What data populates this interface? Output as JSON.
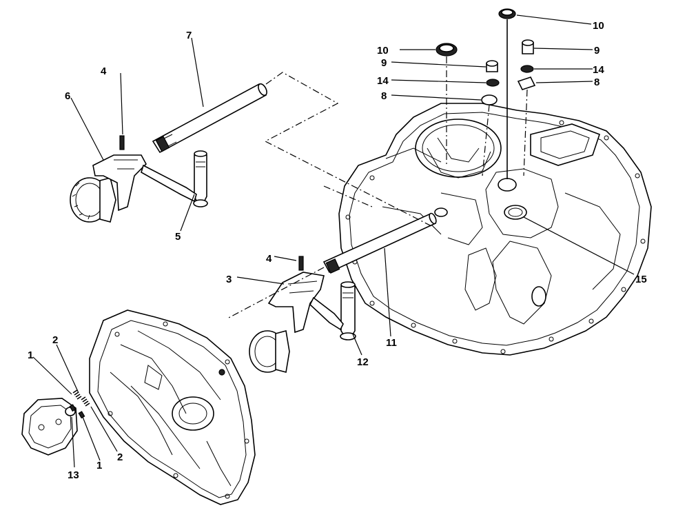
{
  "callouts": [
    {
      "id": "c1a",
      "text": "1"
    },
    {
      "id": "c1b",
      "text": "1"
    },
    {
      "id": "c2a",
      "text": "2"
    },
    {
      "id": "c2b",
      "text": "2"
    },
    {
      "id": "c3",
      "text": "3"
    },
    {
      "id": "c4a",
      "text": "4"
    },
    {
      "id": "c4b",
      "text": "4"
    },
    {
      "id": "c5",
      "text": "5"
    },
    {
      "id": "c6",
      "text": "6"
    },
    {
      "id": "c7",
      "text": "7"
    },
    {
      "id": "c8a",
      "text": "8"
    },
    {
      "id": "c8b",
      "text": "8"
    },
    {
      "id": "c9a",
      "text": "9"
    },
    {
      "id": "c9b",
      "text": "9"
    },
    {
      "id": "c10a",
      "text": "10"
    },
    {
      "id": "c10b",
      "text": "10"
    },
    {
      "id": "c11",
      "text": "11"
    },
    {
      "id": "c12",
      "text": "12"
    },
    {
      "id": "c13",
      "text": "13"
    },
    {
      "id": "c14a",
      "text": "14"
    },
    {
      "id": "c14b",
      "text": "14"
    },
    {
      "id": "c15",
      "text": "15"
    }
  ]
}
